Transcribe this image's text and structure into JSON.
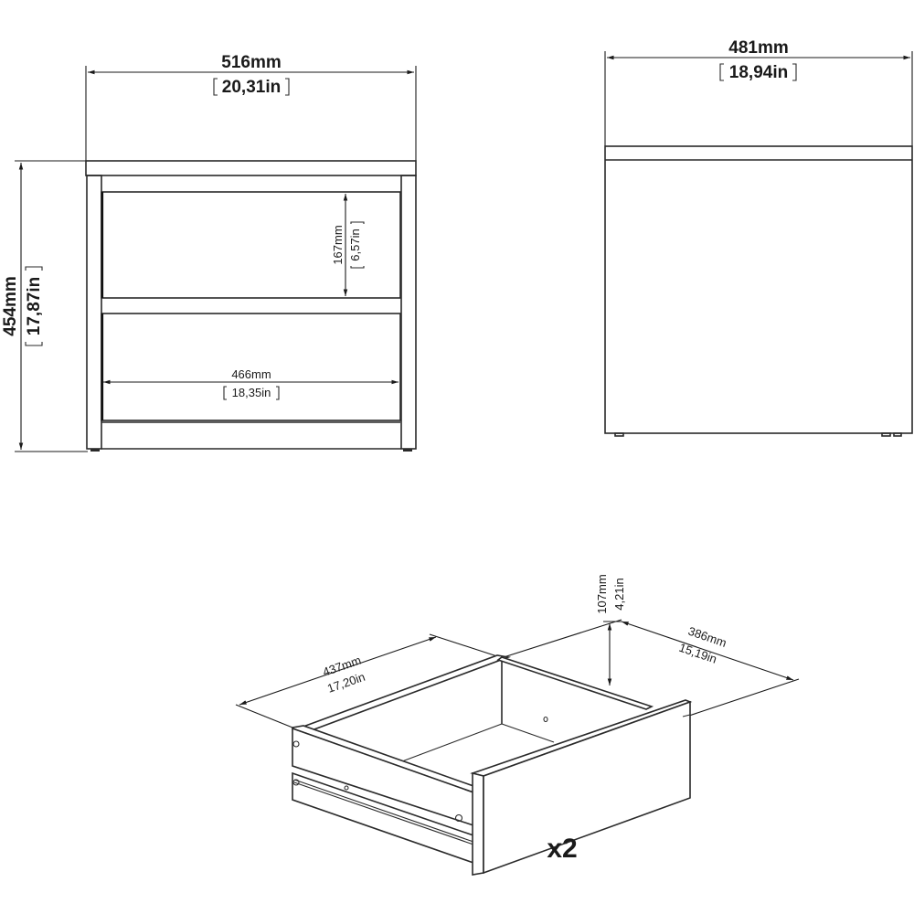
{
  "front_view": {
    "width_dim": {
      "mm": "516mm",
      "in": "20,31in"
    },
    "height_dim": {
      "mm": "454mm",
      "in": "17,87in"
    },
    "drawer_height_dim": {
      "mm": "167mm",
      "in": "6,57in"
    },
    "drawer_width_dim": {
      "mm": "466mm",
      "in": "18,35in"
    }
  },
  "side_view": {
    "depth_dim": {
      "mm": "481mm",
      "in": "18,94in"
    }
  },
  "drawer_view": {
    "width_dim": {
      "mm": "437mm",
      "in": "17,20in"
    },
    "height_dim": {
      "mm": "107mm",
      "in": "4,21in"
    },
    "depth_dim": {
      "mm": "386mm",
      "in": "15,19in"
    },
    "quantity_label": "x2"
  },
  "colors": {
    "line": "#2a2a2a",
    "background": "#ffffff"
  }
}
